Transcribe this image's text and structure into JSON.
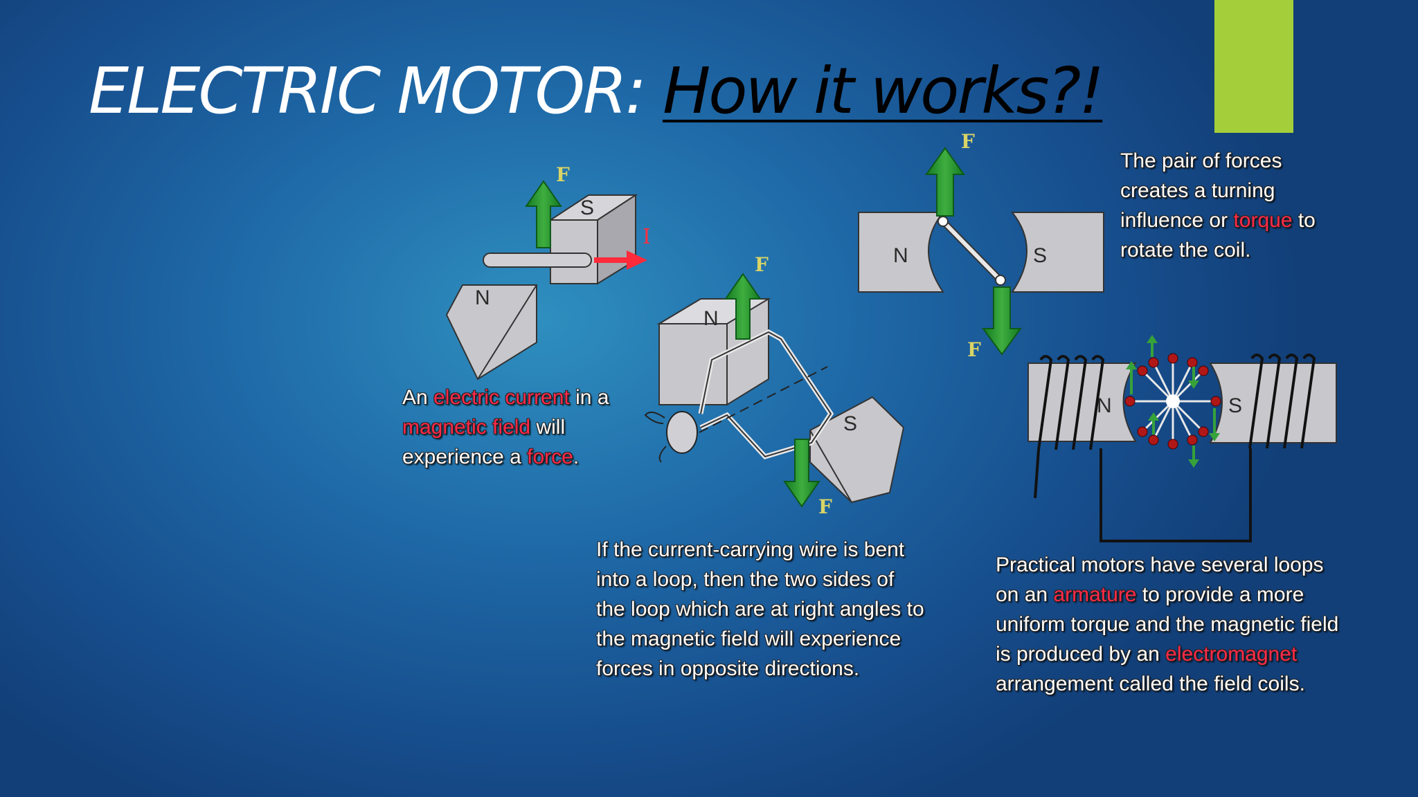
{
  "title": {
    "main": "ELECTRIC MOTOR: ",
    "sub": "How it works?!"
  },
  "colors": {
    "accent_bar": "#a4cf3a",
    "highlight": "#ff2a4a",
    "arrow_green": "#1e8a2a",
    "current_red": "#ff2a3a",
    "magnet_gray": "#c8c8cc"
  },
  "diagram1": {
    "pole_s": "S",
    "pole_n": "N",
    "force_label": "F",
    "current_label": "I"
  },
  "diagram2": {
    "pole_n": "N",
    "pole_s": "S",
    "force_top": "F",
    "force_bottom": "F"
  },
  "diagram3": {
    "pole_n": "N",
    "pole_s": "S",
    "force_top": "F",
    "force_bottom": "F"
  },
  "diagram4": {
    "pole_n": "N",
    "pole_s": "S"
  },
  "caption_force": {
    "t1": "An ",
    "h1": "electric current",
    "t2": " in a ",
    "h2": "magnetic field",
    "t3": " will experience a ",
    "h3": "force",
    "t4": "."
  },
  "caption_loop": {
    "text": "If the current-carrying wire is bent into a loop, then the two sides of the loop which are at right angles to the magnetic field will experience forces in opposite directions."
  },
  "caption_torque": {
    "t1": "The pair of forces creates a turning influence or ",
    "h1": "torque",
    "t2": " to rotate the coil."
  },
  "caption_practical": {
    "t1": "Practical motors have several loops on an ",
    "h1": "armature",
    "t2": " to provide a more uniform torque and the magnetic field is produced by an ",
    "h2": "electromagnet",
    "t3": " arrangement called the field coils."
  }
}
